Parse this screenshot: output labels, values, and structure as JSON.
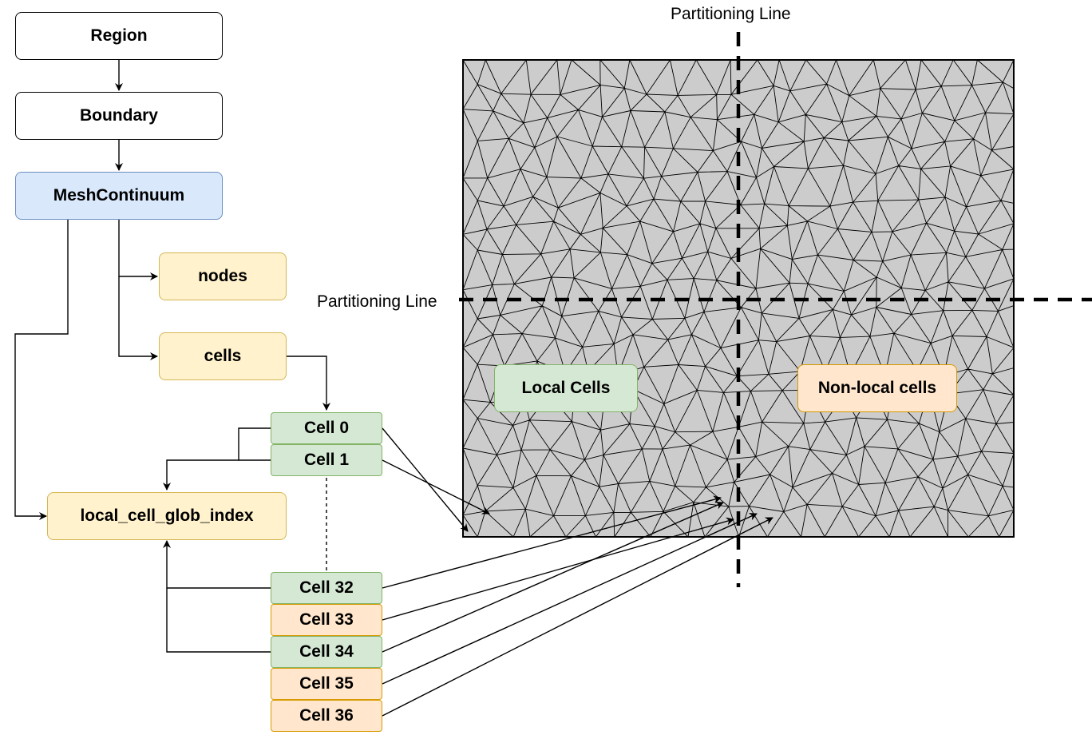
{
  "hierarchy": {
    "region": "Region",
    "boundary": "Boundary",
    "mesh_continuum": "MeshContinuum",
    "nodes": "nodes",
    "cells": "cells",
    "local_cell_glob_index": "local_cell_glob_index"
  },
  "cell_list": {
    "cell_0": "Cell 0",
    "cell_1": "Cell 1",
    "cell_32": "Cell 32",
    "cell_33": "Cell 33",
    "cell_34": "Cell 34",
    "cell_35": "Cell 35",
    "cell_36": "Cell 36"
  },
  "mesh": {
    "vertical_partition_label": "Partitioning Line",
    "horizontal_partition_label": "Partitioning Line",
    "local_cells_label": "Local Cells",
    "nonlocal_cells_label": "Non-local cells"
  },
  "colors": {
    "local": "#d5e8d4",
    "local_border": "#82b366",
    "nonlocal": "#ffe6cc",
    "nonlocal_border": "#d79b00",
    "data_structure": "#fff2cc",
    "data_structure_border": "#d6b656",
    "mesh_class": "#dae8fc",
    "mesh_class_border": "#6c8ebf",
    "mesh_fill": "#cccccc"
  }
}
